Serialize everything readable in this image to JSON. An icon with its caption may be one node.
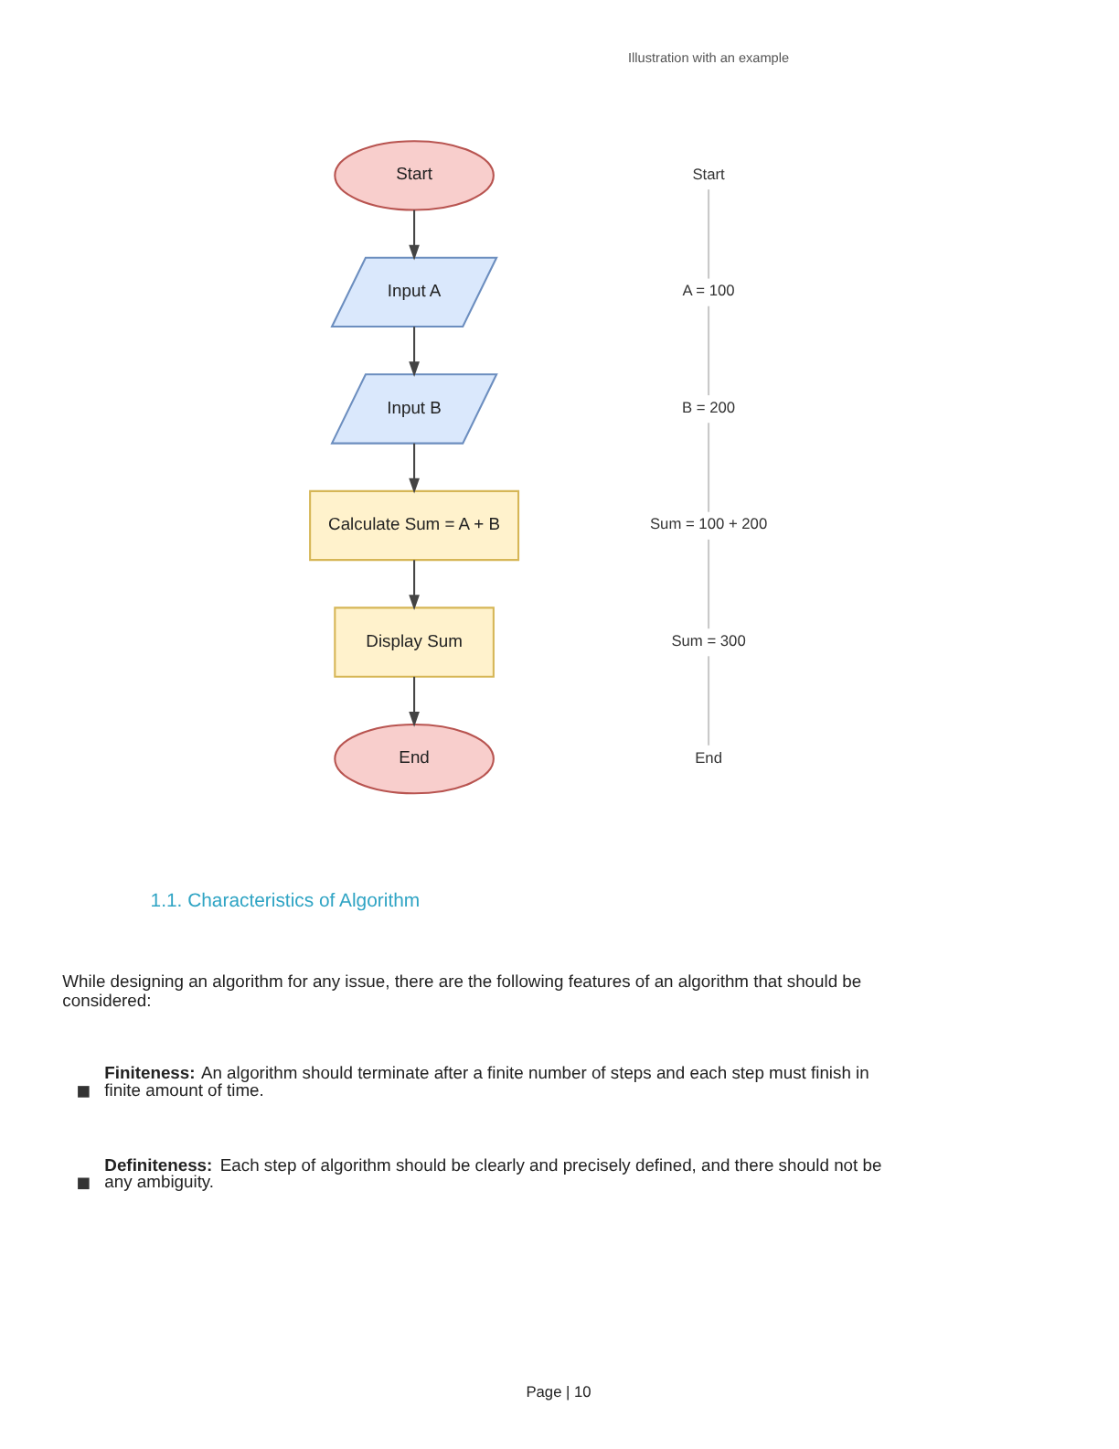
{
  "diagram": {
    "nodes": [
      {
        "text": [
          "Start"
        ]
      },
      {
        "text": [
          "Input A"
        ]
      },
      {
        "text": [
          "Input B"
        ]
      },
      {
        "text": [
          "Calculate Sum = A + B"
        ]
      },
      {
        "text": [
          "Display Sum"
        ]
      },
      {
        "text": [
          "End"
        ]
      },
      {
        "text": [
          "Start"
        ]
      },
      {
        "text": [
          "A = 100"
        ]
      },
      {
        "text": [
          "B = 200"
        ]
      },
      {
        "text": [
          "Sum = 100 + 200"
        ]
      },
      {
        "text": [
          "Sum = 300"
        ]
      },
      {
        "text": [
          "End"
        ]
      }
    ],
    "edges": [
      {
        "from": 0,
        "to": 1,
        "arrow": "to"
      },
      {
        "from": 1,
        "to": 2,
        "arrow": "to"
      },
      {
        "from": 2,
        "to": 3,
        "arrow": "to"
      },
      {
        "from": 3,
        "to": 4,
        "arrow": "to"
      },
      {
        "from": 4,
        "to": 5,
        "arrow": "to"
      },
      {
        "from": 6,
        "to": 7,
        "arrow": "none",
        "color": "#c8c8c8"
      },
      {
        "from": 7,
        "to": 8,
        "arrow": "none",
        "color": "#c8c8c8"
      },
      {
        "from": 8,
        "to": 9,
        "arrow": "none",
        "color": "#c8c8c8"
      },
      {
        "from": 9,
        "to": 10,
        "arrow": "none",
        "color": "#c8c8c8"
      },
      {
        "from": 10,
        "to": 11,
        "arrow": "none",
        "color": "#c8c8c8"
      }
    ],
    "labels": [
      "Illustration with an example",
      "1.1. Characteristics of Algorithm",
      "While designing an algorithm for any issue, there are the following features of an algorithm that should be considered:",
      "**Finiteness:** An algorithm should terminate after a finite number of steps and each step must finish in finite amount of time.",
      "**Definiteness:** Each step of algorithm should be clearly and precisely defined, and there should not be any ambiguity.",
      "Page | 10"
    ]
  }
}
